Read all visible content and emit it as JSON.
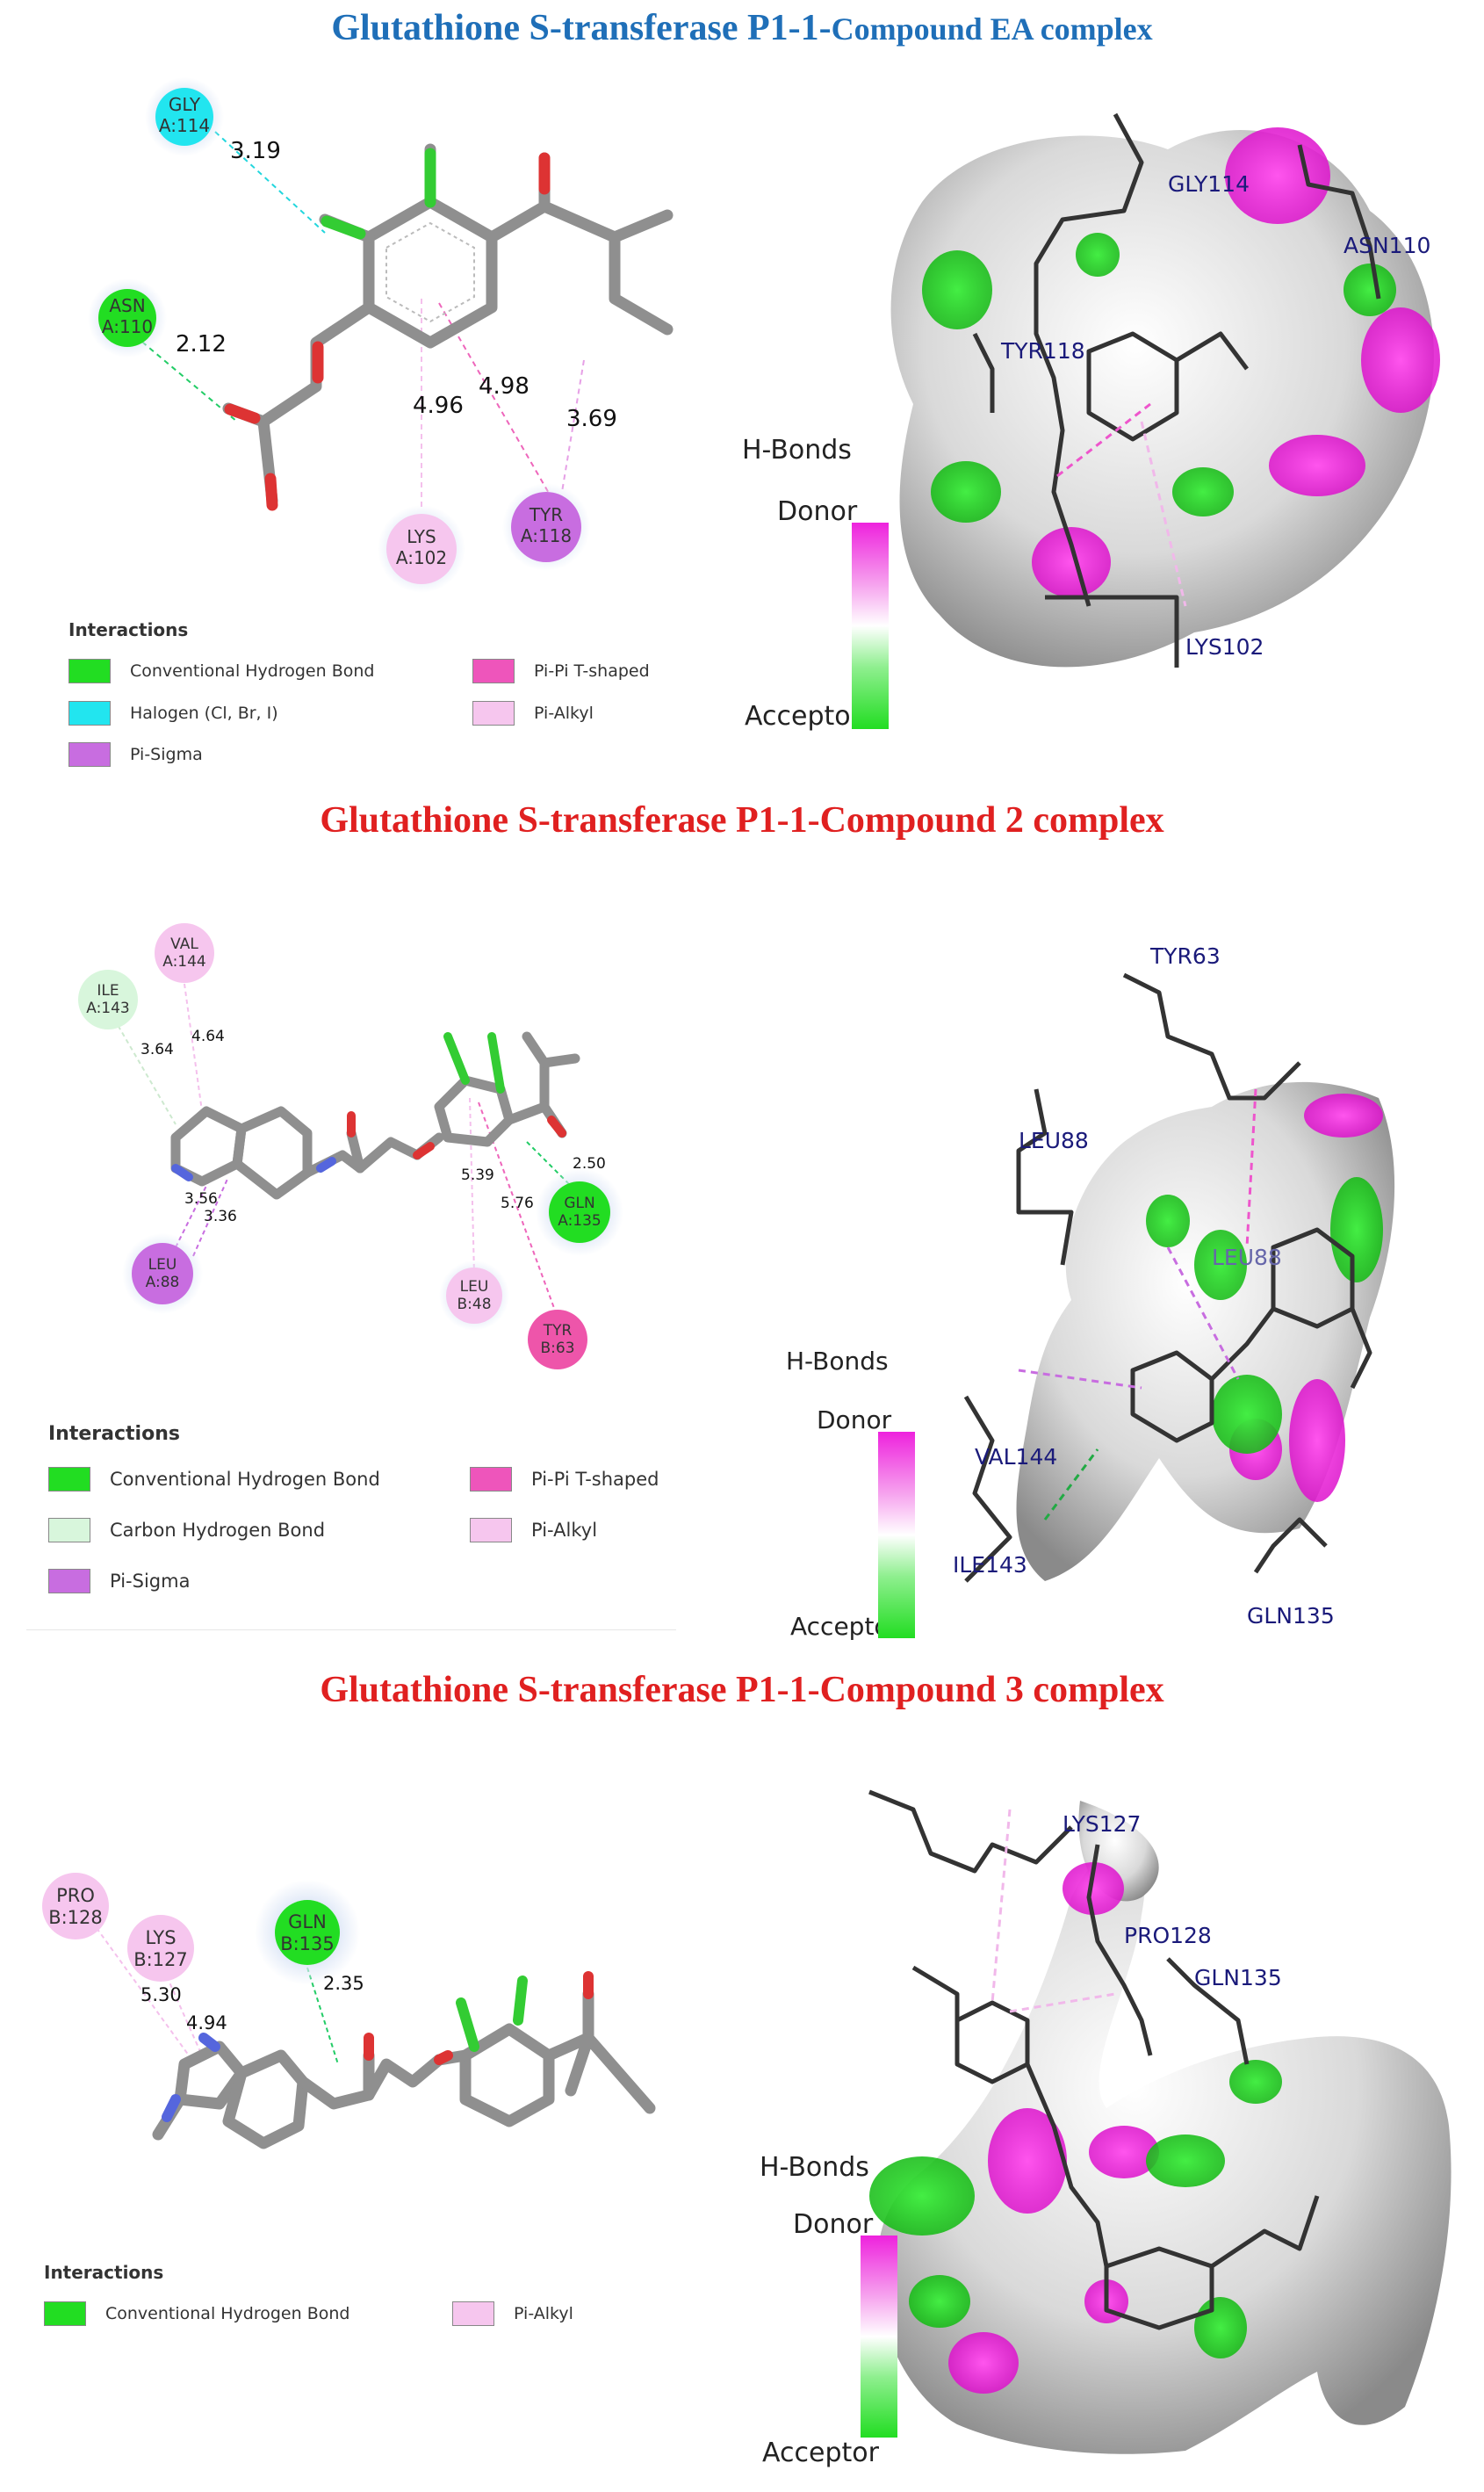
{
  "titles": {
    "t1a": "Glutathione S-transferase P1-1-",
    "t1b": "Compound EA complex",
    "t2": "Glutathione S-transferase P1-1-Compound 2 complex",
    "t3": "Glutathione S-transferase P1-1-Compound 3 complex"
  },
  "colors": {
    "conventional_hbond": "#22dd22",
    "halogen": "#22e5ef",
    "pi_sigma": "#c86de0",
    "pi_pi_tshaped": "#ee55bb",
    "pi_alkyl": "#f6c6ee",
    "carbon_hbond": "#d8f6dc",
    "title_blue": "#1f6fb8",
    "title_red": "#e02020"
  },
  "panel1": {
    "residues": {
      "gly": [
        "GLY",
        "A:114"
      ],
      "asn": [
        "ASN",
        "A:110"
      ],
      "lys": [
        "LYS",
        "A:102"
      ],
      "tyr": [
        "TYR",
        "A:118"
      ]
    },
    "distances": {
      "d1": "3.19",
      "d2": "2.12",
      "d3": "4.96",
      "d4": "4.98",
      "d5": "3.69"
    },
    "legend": {
      "heading": "Interactions",
      "items": [
        "Conventional Hydrogen Bond",
        "Pi-Pi T-shaped",
        "Halogen (Cl, Br, I)",
        "Pi-Alkyl",
        "Pi-Sigma"
      ]
    },
    "surface_labels": [
      "GLY114",
      "ASN110",
      "TYR118",
      "LYS102"
    ],
    "hbonds": {
      "title": "H-Bonds",
      "donor": "Donor",
      "acceptor": "Acceptor"
    }
  },
  "panel2": {
    "residues": {
      "val": [
        "VAL",
        "A:144"
      ],
      "ile": [
        "ILE",
        "A:143"
      ],
      "leu88": [
        "LEU",
        "A:88"
      ],
      "gln": [
        "GLN",
        "A:135"
      ],
      "leu48": [
        "LEU",
        "B:48"
      ],
      "tyr": [
        "TYR",
        "B:63"
      ]
    },
    "distances": {
      "d1": "3.64",
      "d2": "4.64",
      "d3": "3.56",
      "d4": "3.36",
      "d5": "5.39",
      "d6": "5.76",
      "d7": "2.50"
    },
    "legend": {
      "heading": "Interactions",
      "items": [
        "Conventional Hydrogen Bond",
        "Pi-Pi T-shaped",
        "Carbon Hydrogen Bond",
        "Pi-Alkyl",
        "Pi-Sigma"
      ]
    },
    "surface_labels": [
      "TYR63",
      "LEU88",
      "LEU88",
      "VAL144",
      "ILE143",
      "GLN135"
    ],
    "hbonds": {
      "title": "H-Bonds",
      "donor": "Donor",
      "acceptor": "Acceptor"
    }
  },
  "panel3": {
    "residues": {
      "pro": [
        "PRO",
        "B:128"
      ],
      "lys": [
        "LYS",
        "B:127"
      ],
      "gln": [
        "GLN",
        "B:135"
      ]
    },
    "distances": {
      "d1": "5.30",
      "d2": "4.94",
      "d3": "2.35"
    },
    "legend": {
      "heading": "Interactions",
      "items": [
        "Conventional Hydrogen Bond",
        "Pi-Alkyl"
      ]
    },
    "surface_labels": [
      "LYS127",
      "PRO128",
      "GLN135"
    ],
    "hbonds": {
      "title": "H-Bonds",
      "donor": "Donor",
      "acceptor": "Acceptor"
    }
  }
}
